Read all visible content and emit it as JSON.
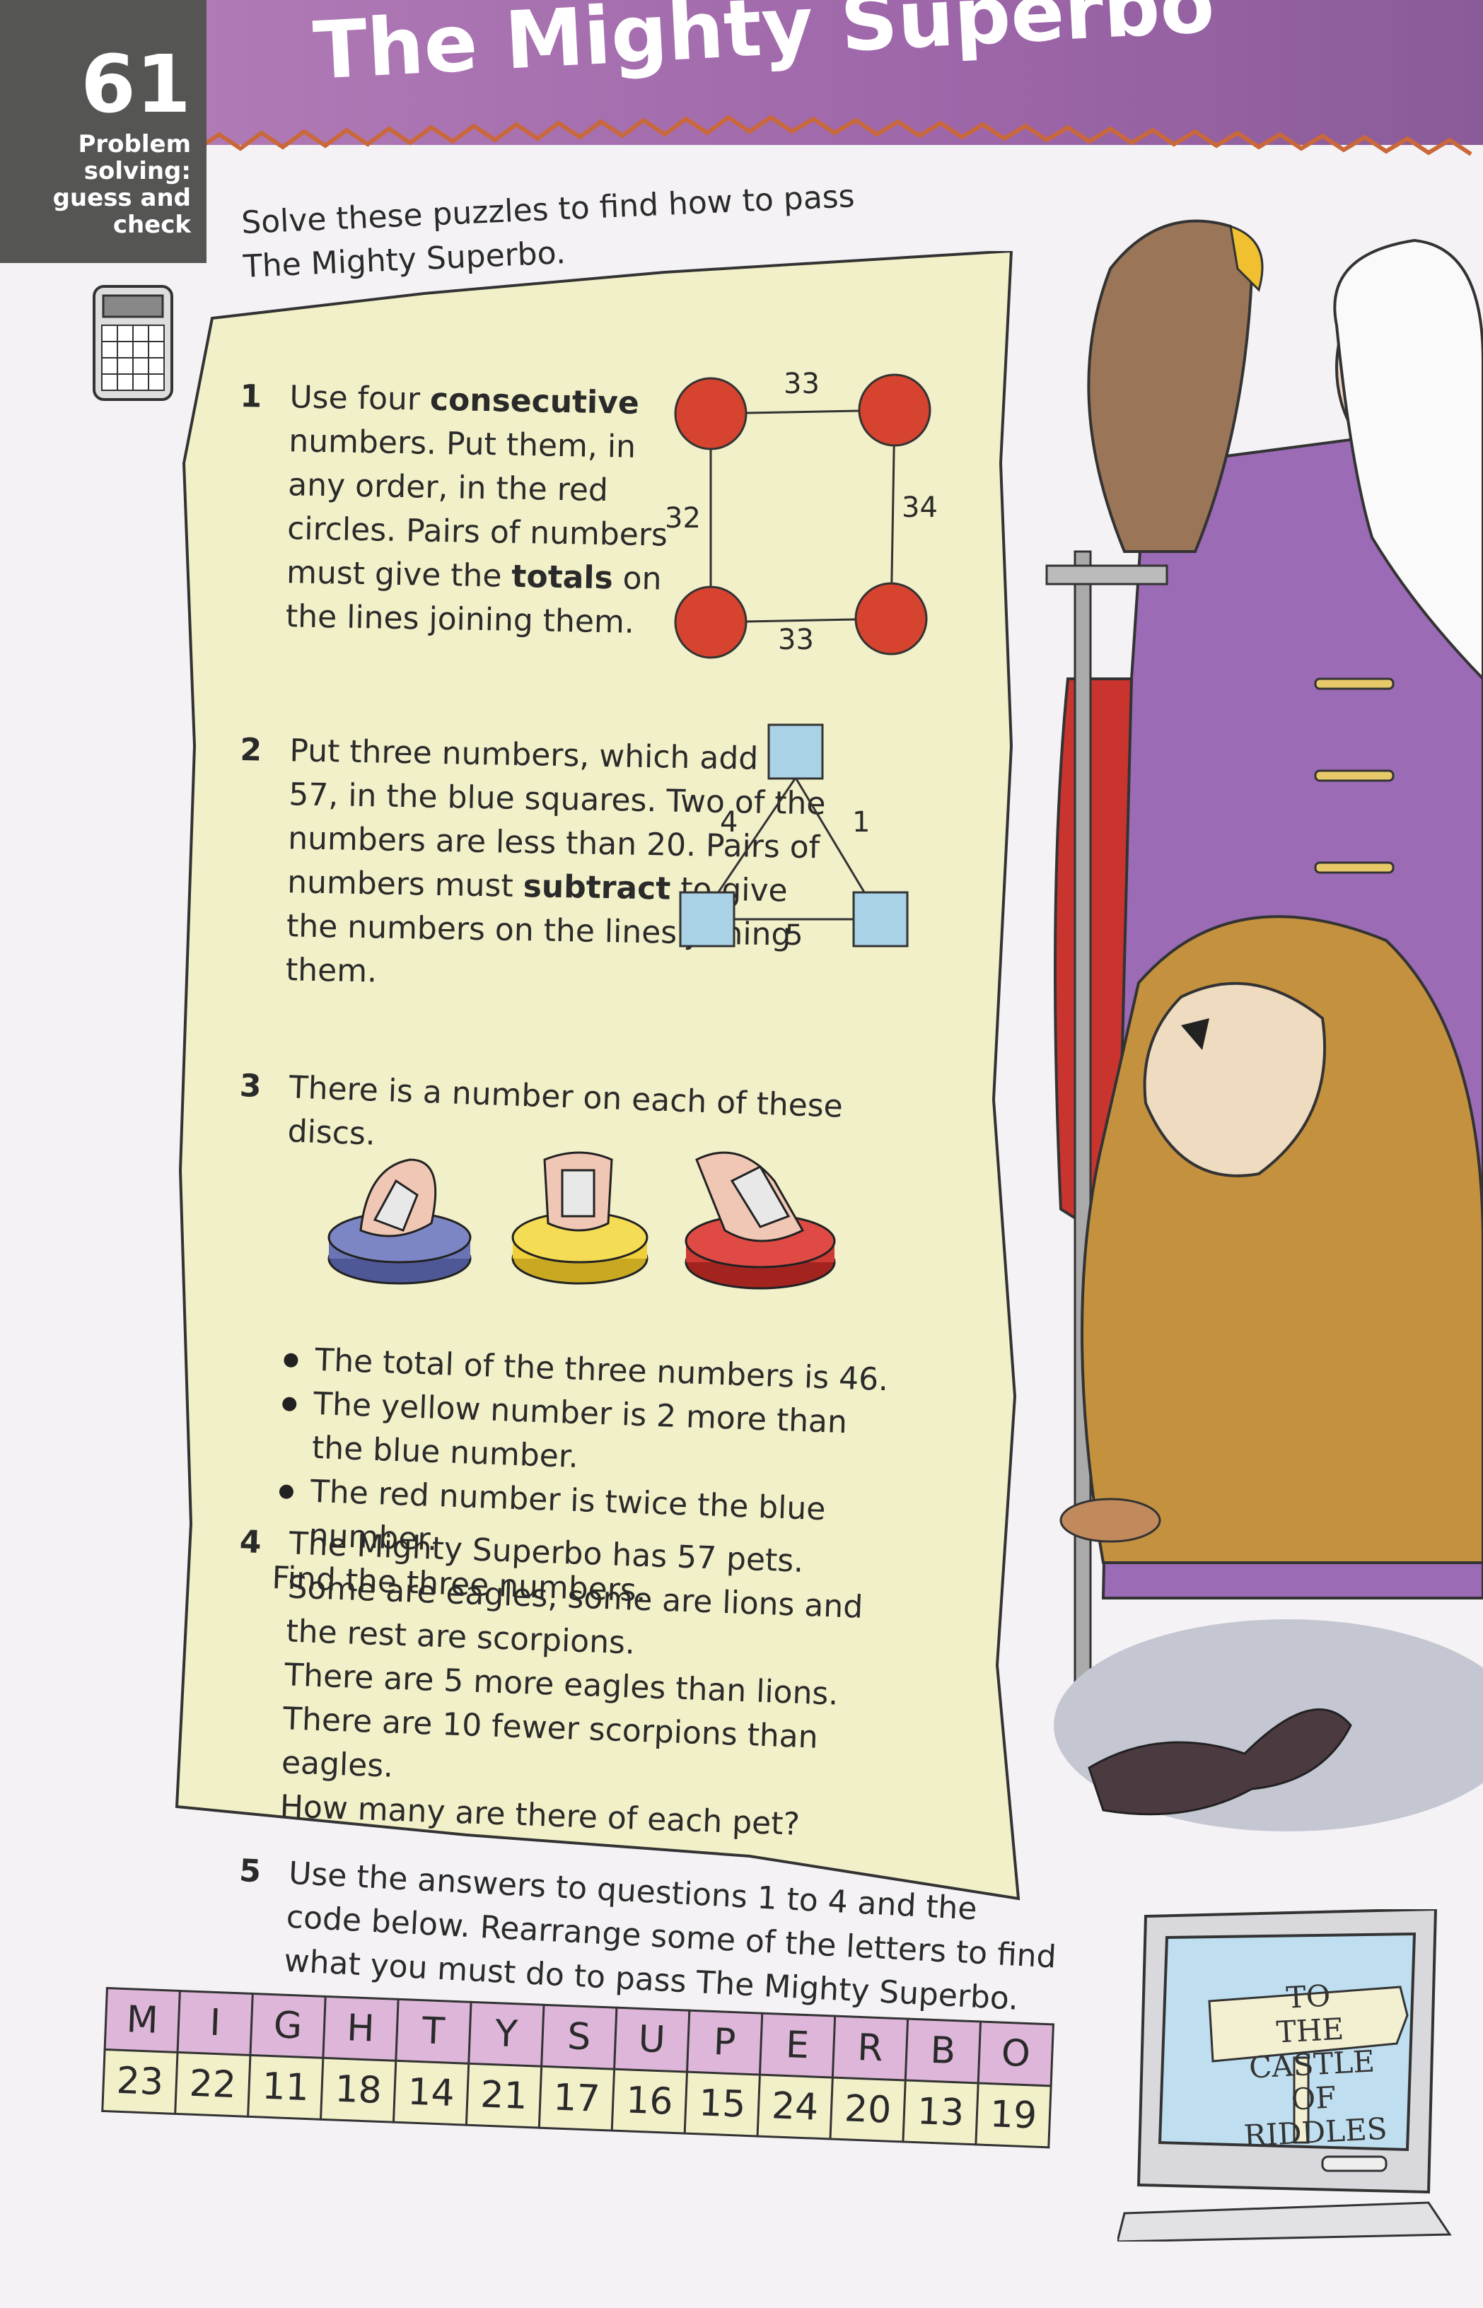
{
  "header": {
    "page_number": "61",
    "section_label": "Problem solving: guess and check",
    "title": "The Mighty Superbo"
  },
  "intro": "Solve these puzzles to find how to pass The Mighty Superbo.",
  "q1": {
    "num": "1",
    "parts": [
      "Use four ",
      "consecutive",
      " numbers. Put them, in any order, in the red circles. Pairs of numbers must give the ",
      "totals",
      " on the lines joining them."
    ],
    "diagram": {
      "top": "33",
      "bottom": "33",
      "left": "32",
      "right": "34"
    }
  },
  "q2": {
    "num": "2",
    "parts": [
      "Put three numbers, which add to 57, in the blue squares. Two of the numbers are less than 20. Pairs of numbers must ",
      "subtract",
      " to give the numbers on the lines joining them."
    ],
    "diagram": {
      "left": "4",
      "right": "1",
      "bottom": "5"
    }
  },
  "q3": {
    "num": "3",
    "text": "There is a number on each of these discs.",
    "bullets": [
      "The total of the three numbers is 46.",
      "The yellow number is 2 more than the blue number.",
      "The red number is twice the blue number."
    ],
    "tail": "Find the three numbers.",
    "disc_colors": [
      "#6a73b4",
      "#efcf3a",
      "#cf3a35"
    ]
  },
  "q4": {
    "num": "4",
    "lines": [
      "The Mighty Superbo has 57 pets.",
      "Some are eagles, some are lions and",
      "the rest are scorpions.",
      "There are 5 more eagles than lions.",
      "There are 10 fewer scorpions than eagles.",
      "How many are there of each pet?"
    ]
  },
  "q5": {
    "num": "5",
    "text": "Use the answers to questions 1 to 4 and the code below. Rearrange some of the letters to find what you must do to pass The Mighty Superbo."
  },
  "code": {
    "letters": [
      "M",
      "I",
      "G",
      "H",
      "T",
      "Y",
      "S",
      "U",
      "P",
      "E",
      "R",
      "B",
      "O"
    ],
    "numbers": [
      "23",
      "22",
      "11",
      "18",
      "14",
      "21",
      "17",
      "16",
      "15",
      "24",
      "20",
      "13",
      "19"
    ]
  },
  "sign": [
    "TO",
    "THE CASTLE",
    "OF RIDDLES"
  ],
  "colors": {
    "header": "#9d66a9",
    "parchment": "#f2f0c8",
    "red_circle": "#d6432f",
    "blue_square": "#a9d2e6"
  }
}
